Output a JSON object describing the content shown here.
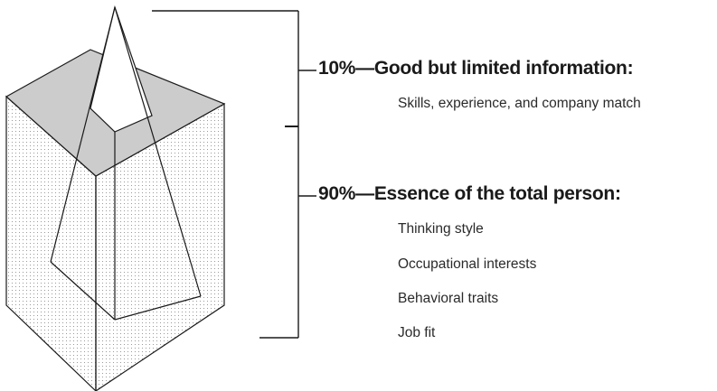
{
  "top_section": {
    "heading": "10%—Good but limited information:",
    "detail": "Skills, experience, and company match"
  },
  "bottom_section": {
    "heading": "90%—Essence of the total person:",
    "items": [
      "Thinking style",
      "Occupational interests",
      "Behavioral traits",
      "Job fit"
    ]
  },
  "colors": {
    "line": "#1a1a1a",
    "top_face": "#cccccc",
    "dots": "#9a9a9a"
  }
}
